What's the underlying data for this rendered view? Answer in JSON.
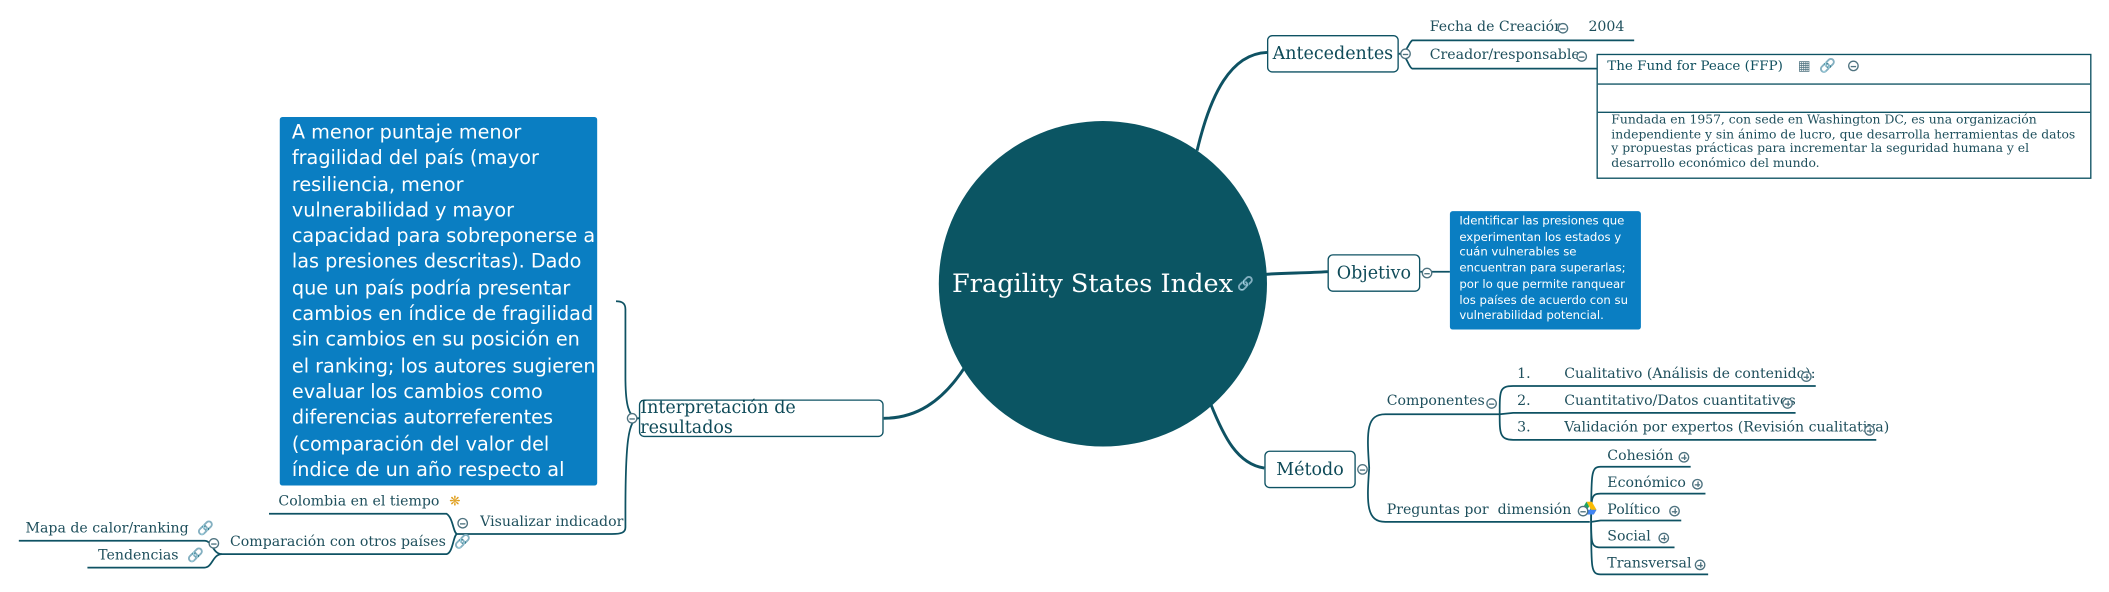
{
  "center": {
    "title": "Fragility States Index"
  },
  "antecedentes": {
    "label": "Antecedentes",
    "fecha": {
      "label": "Fecha de Creación",
      "value": "2004"
    },
    "creador": {
      "label": "Creador/responsable",
      "name": "The Fund for Peace (FFP)",
      "description": "Fundada en 1957, con sede en Washington DC, es una organización independiente y sin ánimo de lucro, que desarrolla herramientas de datos y propuestas prácticas para incrementar la seguridad humana y el desarrollo económico del mundo."
    }
  },
  "objetivo": {
    "label": "Objetivo",
    "note": "Identificar las presiones que experimentan los estados y cuán vulnerables se encuentran para superarlas; por lo que permite ranquear los países de acuerdo con su vulnerabilidad potencial."
  },
  "metodo": {
    "label": "Método",
    "componentes": {
      "label": "Componentes",
      "items": [
        {
          "num": "1.",
          "label": "Cualitativo (Análisis de contenido):"
        },
        {
          "num": "2.",
          "label": "Cuantitativo/Datos cuantitativos"
        },
        {
          "num": "3.",
          "label": "Validación por expertos (Revisión cualitativa)"
        }
      ]
    },
    "preguntas": {
      "label": "Preguntas por  dimensión",
      "items": [
        "Cohesión",
        "Económico",
        "Político",
        "Social",
        "Transversal"
      ]
    }
  },
  "interpretacion": {
    "label": "Interpretación de resultados",
    "note": "A menor puntaje menor fragilidad del país (mayor resiliencia, menor vulnerabilidad y mayor capacidad para sobreponerse a las presiones descritas). Dado que un país podría presentar cambios en índice de fragilidad sin cambios en su posición en el ranking; los autores sugieren evaluar los cambios como diferencias autorreferentes (comparación del valor del índice de un año respecto al siguiente).",
    "visualizar": {
      "label": "Visualizar indicador",
      "colombia": "Colombia en el tiempo",
      "comparacion": {
        "label": "Comparación con otros países",
        "mapa": "Mapa de calor/ranking",
        "tendencias": "Tendencias"
      }
    }
  },
  "colors": {
    "topic": "#0b5563",
    "note": "#0a7ec2",
    "line": "#0e5263"
  }
}
